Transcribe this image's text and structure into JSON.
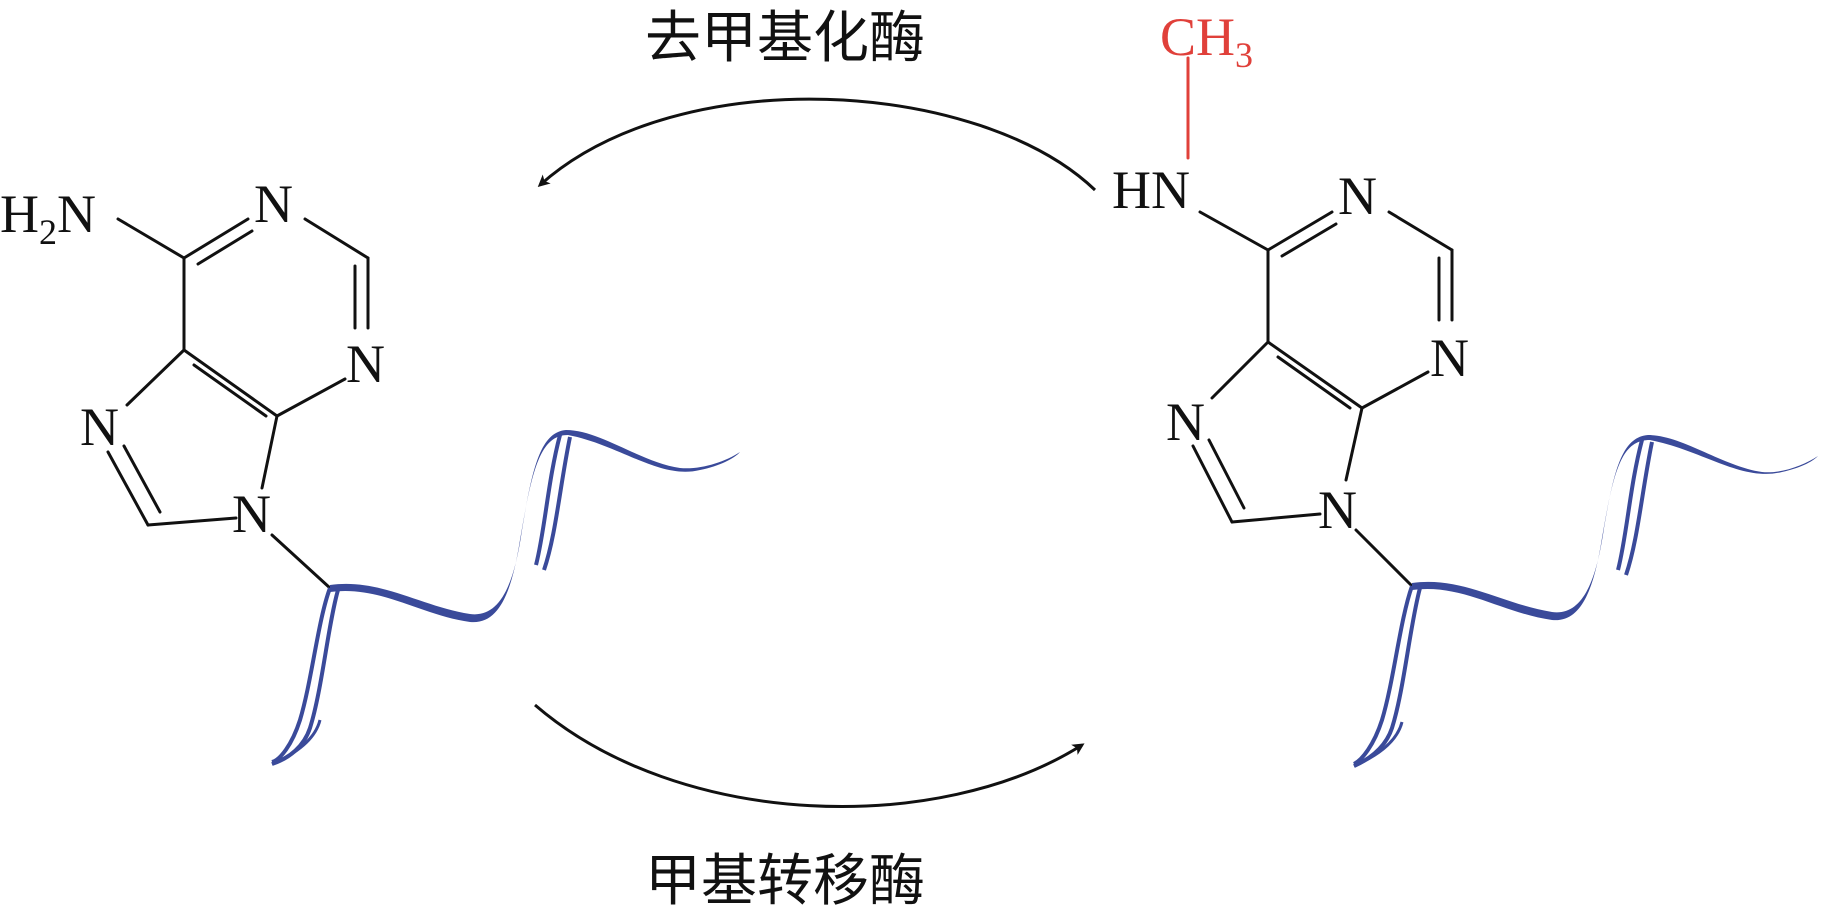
{
  "enzymes": {
    "top_label": "去甲基化酶",
    "bottom_label": "甲基转移酶"
  },
  "left_molecule": {
    "amine_label": "H",
    "amine_sub": "2",
    "amine_n": "N",
    "n1": "N",
    "n3": "N",
    "n7": "N",
    "n9": "N"
  },
  "right_molecule": {
    "methyl_label": "CH",
    "methyl_sub": "3",
    "hn_label": "HN",
    "n1": "N",
    "n3": "N",
    "n7": "N",
    "n9": "N"
  },
  "colors": {
    "ink": "#111111",
    "methyl": "#e0403a",
    "rna_ribbon": "#3a4a9a"
  }
}
